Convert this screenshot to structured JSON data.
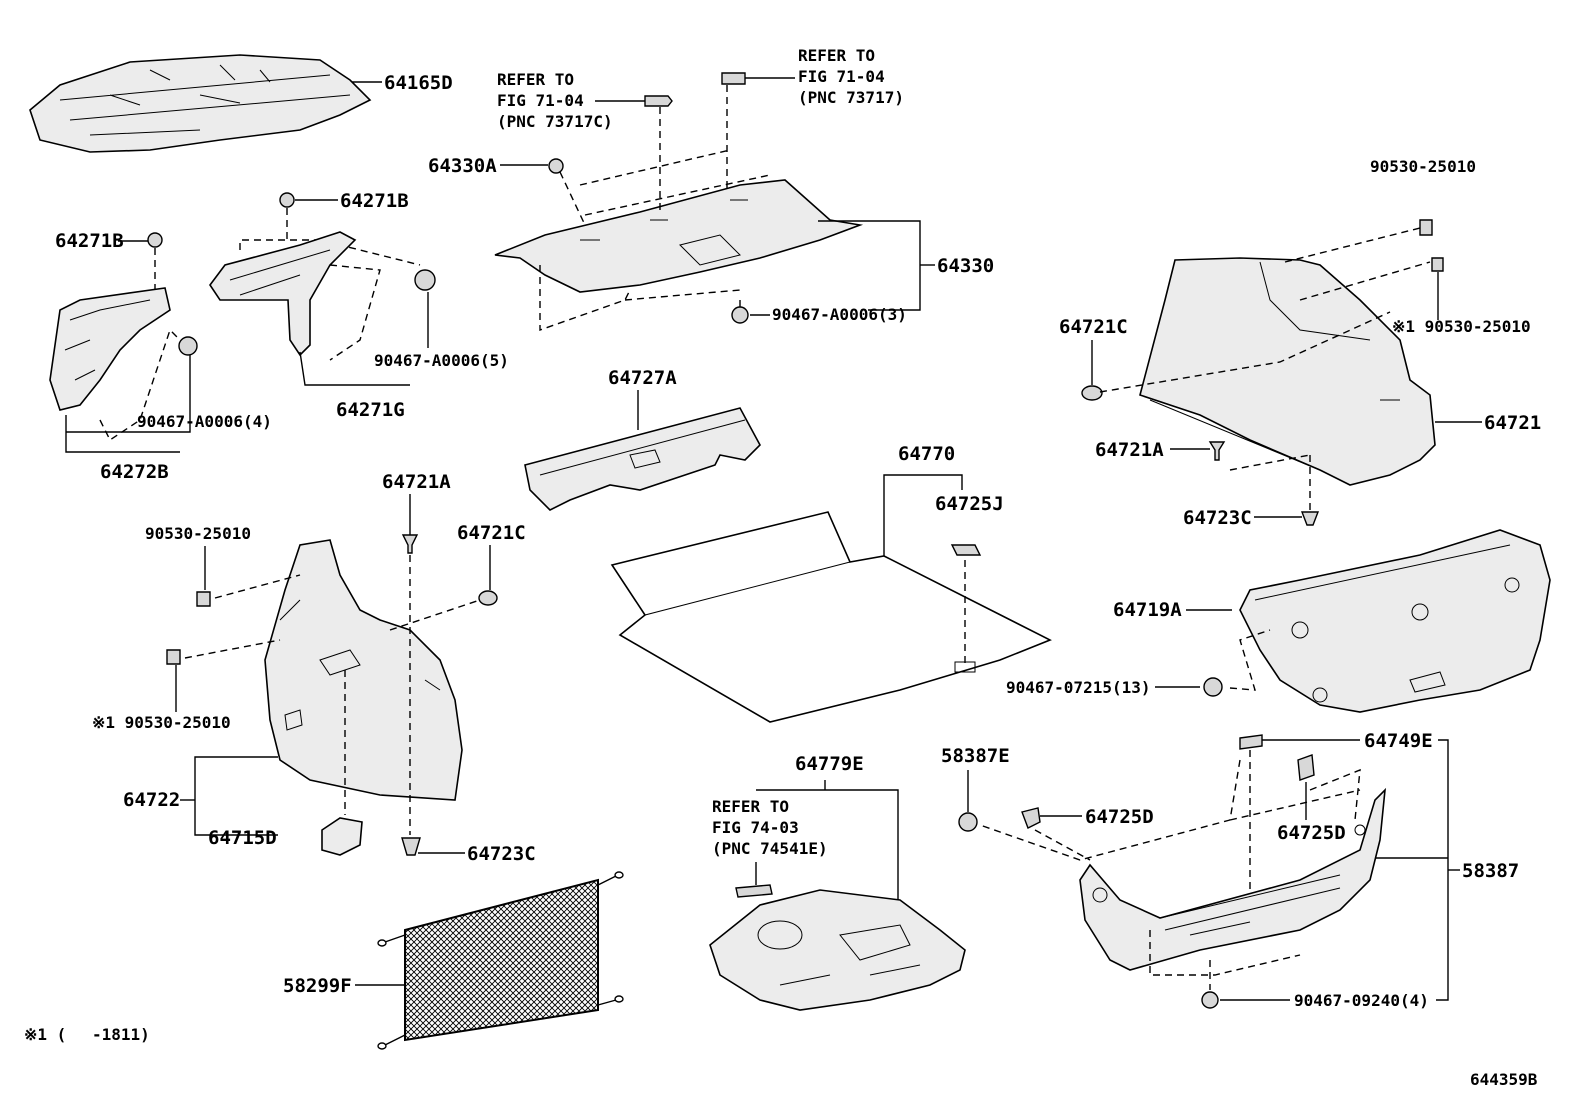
{
  "diagram_id": "644359B",
  "footnote": "※1 (　 -1811)",
  "labels": {
    "p64165D": "64165D",
    "ref1_l1": "REFER TO",
    "ref1_l2": "FIG 71-04",
    "ref1_l3": "(PNC 73717C)",
    "ref2_l1": "REFER TO",
    "ref2_l2": "FIG 71-04",
    "ref2_l3": "(PNC 73717)",
    "p64330A": "64330A",
    "p64330": "64330",
    "p90467_A0006_3": "90467-A0006(3)",
    "p64271B_a": "64271B",
    "p64271B_b": "64271B",
    "p90467_A0006_5": "90467-A0006(5)",
    "p64271G": "64271G",
    "p90467_A0006_4": "90467-A0006(4)",
    "p64272B": "64272B",
    "p64727A": "64727A",
    "p90530_top": "90530-25010",
    "p90530_star_right": "※1 90530-25010",
    "p64721C_right": "64721C",
    "p64721": "64721",
    "p64721A_right": "64721A",
    "p64723C_right": "64723C",
    "p64770": "64770",
    "p64725J": "64725J",
    "p64721A_left": "64721A",
    "p64721C_left": "64721C",
    "p90530_left": "90530-25010",
    "p90530_star_left": "※1 90530-25010",
    "p64722": "64722",
    "p64715D": "64715D",
    "p64723C_left": "64723C",
    "p64719A": "64719A",
    "p90467_07215": "90467-07215(13)",
    "p64749E": "64749E",
    "p58387E": "58387E",
    "p64725D_a": "64725D",
    "p64725D_b": "64725D",
    "p58387": "58387",
    "p90467_09240": "90467-09240(4)",
    "p64779E": "64779E",
    "ref3_l1": "REFER TO",
    "ref3_l2": "FIG 74-03",
    "ref3_l3": "(PNC 74541E)",
    "p58299F": "58299F"
  }
}
